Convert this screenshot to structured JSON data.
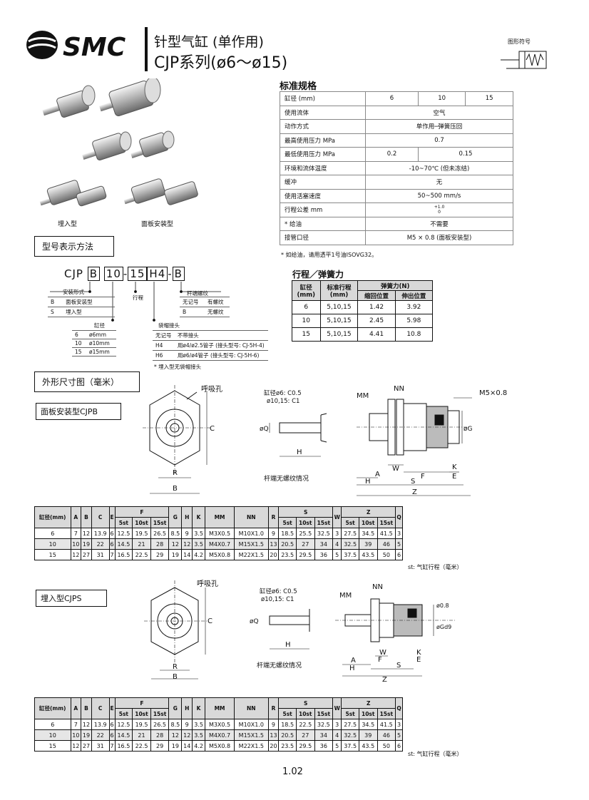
{
  "header": {
    "brand": "SMC",
    "title_line1": "针型气缸 (单作用)",
    "title_line2": "CJP系列(ø6～ø15)",
    "symbol_label": "图形符号"
  },
  "photos": {
    "label_embedded": "埋入型",
    "label_panel": "面板安装型"
  },
  "specs": {
    "title": "标准规格",
    "rows": [
      {
        "label": "缸径 (mm)",
        "values": [
          "6",
          "10",
          "15"
        ]
      },
      {
        "label": "使用流体",
        "value": "空气"
      },
      {
        "label": "动作方式",
        "value": "单作用─弹簧压回"
      },
      {
        "label": "最高使用压力 MPa",
        "value": "0.7"
      },
      {
        "label": "最低使用压力 MPa",
        "values": [
          "0.2",
          "0.15"
        ]
      },
      {
        "label": "环境和流体温度",
        "value": "-10~70℃ (但未冻结)"
      },
      {
        "label": "缓冲",
        "value": "无"
      },
      {
        "label": "使用活塞速度",
        "value": "50~500 mm/s"
      },
      {
        "label": "行程公差 mm",
        "value_top": "+1.0",
        "value_bottom": "0"
      },
      {
        "label": "* 给油",
        "value": "不需要"
      },
      {
        "label": "接管口径",
        "value": "M5 × 0.8 (面板安装型)"
      }
    ],
    "note": "* 如给油，请用透平1号油ISOVG32。"
  },
  "model_section": {
    "heading": "型号表示方法",
    "code_prefix": "CJP",
    "code_parts": [
      "B",
      "10",
      "15",
      "H4",
      "B"
    ],
    "mount_label": "安装形式",
    "mount_options": [
      [
        "B",
        "面板安装型"
      ],
      [
        "S",
        "埋入型"
      ]
    ],
    "bore_label": "缸径",
    "bore_options": [
      [
        "6",
        "ø6mm"
      ],
      [
        "10",
        "ø10mm"
      ],
      [
        "15",
        "ø15mm"
      ]
    ],
    "stroke_label": "行程",
    "rod_label": "杆端螺纹",
    "rod_options": [
      [
        "无记号",
        "有螺纹"
      ],
      [
        "B",
        "无螺纹"
      ]
    ],
    "cap_label": "袋帽接头",
    "cap_options": [
      [
        "无记号",
        "不带接头"
      ],
      [
        "H4",
        "用ø4/ø2.5管子 (接头型号: CJ-5H-4)"
      ],
      [
        "H6",
        "用ø6/ø4管子 (接头型号: CJ-5H-6)"
      ]
    ],
    "cap_note": "* 埋入型无袋帽接头"
  },
  "stroke_force": {
    "title": "行程／弹簧力",
    "headers": {
      "bore": "缸径",
      "bore_unit": "(mm)",
      "stroke": "标准行程",
      "stroke_unit": "(mm)",
      "force": "弹簧力(N)",
      "retracted": "缩回位置",
      "extended": "伸出位置"
    },
    "rows": [
      [
        "6",
        "5,10,15",
        "1.42",
        "3.92"
      ],
      [
        "10",
        "5,10,15",
        "2.45",
        "5.98"
      ],
      [
        "15",
        "5,10,15",
        "4.41",
        "10.8"
      ]
    ]
  },
  "dims": {
    "heading": "外形尺寸图（毫米）",
    "cjpb_heading": "面板安装型CJPB",
    "cjps_heading": "埋入型CJPS",
    "labels": {
      "breath": "呼吸孔",
      "chamfer_title": "缸径ø6: C0.5",
      "chamfer_sub": "ø10,15: C1",
      "no_thread": "杆端无螺纹情况",
      "port": "M5×0.8",
      "A": "A",
      "B": "B",
      "C": "C",
      "E": "E",
      "F": "F",
      "G": "øG",
      "H": "H",
      "K": "K",
      "MM": "MM",
      "NN": "NN",
      "R": "R",
      "S": "S",
      "W": "W",
      "Z": "Z",
      "Q": "øQ",
      "d8": "ø0.8",
      "Gd9": "øGd9"
    },
    "table_headers": [
      "缸径(mm)",
      "A",
      "B",
      "C",
      "E",
      "F",
      "G",
      "H",
      "K",
      "MM",
      "NN",
      "R",
      "S",
      "W",
      "Z",
      "Q"
    ],
    "sub_headers": [
      "5st",
      "10st",
      "15st"
    ],
    "cjpb_rows": [
      [
        "6",
        "7",
        "12",
        "13.9",
        "6",
        "12.5",
        "19.5",
        "26.5",
        "8.5",
        "9",
        "3.5",
        "M3X0.5",
        "M10X1.0",
        "9",
        "18.5",
        "25.5",
        "32.5",
        "3",
        "27.5",
        "34.5",
        "41.5",
        "3"
      ],
      [
        "10",
        "10",
        "19",
        "22",
        "6",
        "14.5",
        "21",
        "28",
        "12",
        "12",
        "3.5",
        "M4X0.7",
        "M15X1.5",
        "13",
        "20.5",
        "27",
        "34",
        "4",
        "32.5",
        "39",
        "46",
        "5"
      ],
      [
        "15",
        "12",
        "27",
        "31",
        "7",
        "16.5",
        "22.5",
        "29",
        "19",
        "14",
        "4.2",
        "M5X0.8",
        "M22X1.5",
        "20",
        "23.5",
        "29.5",
        "36",
        "5",
        "37.5",
        "43.5",
        "50",
        "6"
      ]
    ],
    "cjps_rows": [
      [
        "6",
        "7",
        "12",
        "13.9",
        "6",
        "12.5",
        "19.5",
        "26.5",
        "8.5",
        "9",
        "3.5",
        "M3X0.5",
        "M10X1.0",
        "9",
        "18.5",
        "22.5",
        "32.5",
        "3",
        "27.5",
        "34.5",
        "41.5",
        "3"
      ],
      [
        "10",
        "10",
        "19",
        "22",
        "6",
        "14.5",
        "21",
        "28",
        "12",
        "12",
        "3.5",
        "M4X0.7",
        "M15X1.5",
        "13",
        "20.5",
        "27",
        "34",
        "4",
        "32.5",
        "39",
        "46",
        "5"
      ],
      [
        "15",
        "12",
        "27",
        "31",
        "7",
        "16.5",
        "22.5",
        "29",
        "19",
        "14",
        "4.2",
        "M5X0.8",
        "M22X1.5",
        "20",
        "23.5",
        "29.5",
        "36",
        "5",
        "37.5",
        "43.5",
        "50",
        "6"
      ]
    ],
    "st_note": "st: 气缸行程（毫米）"
  },
  "page_number": "1.02"
}
